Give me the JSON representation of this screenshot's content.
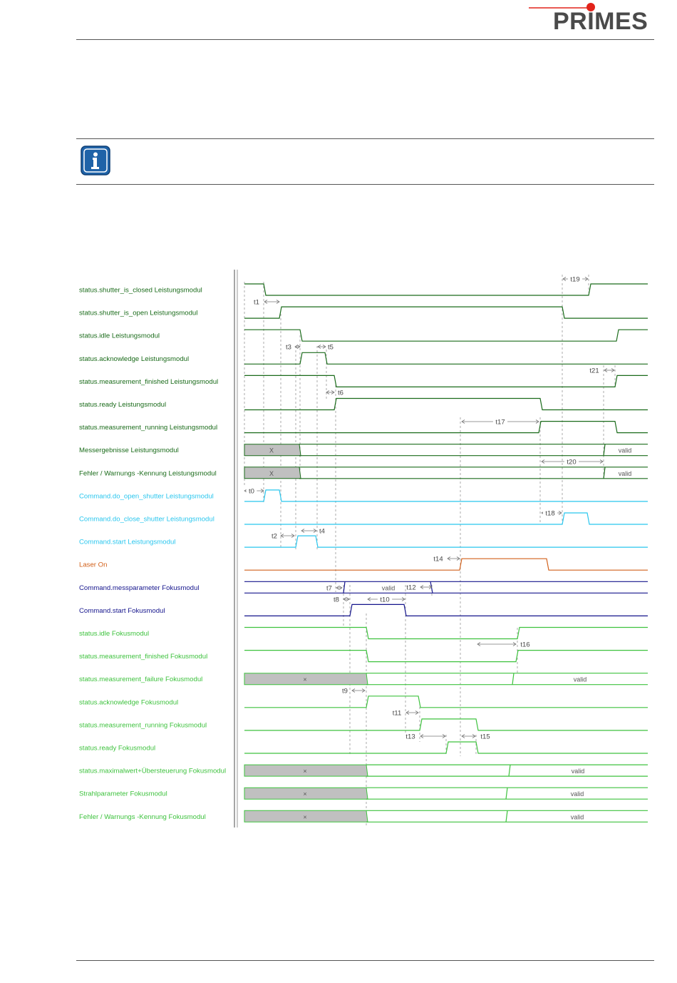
{
  "header": {
    "logo_text": "PRIMES",
    "logo_accent_color": "#e2231a"
  },
  "info_box": {
    "icon": "info-icon",
    "icon_color": "#1f63a8"
  },
  "diagram": {
    "colors": {
      "dark_green": "#1a6b1a",
      "green": "#3ec23e",
      "cyan": "#29c6ee",
      "orange": "#d2601a",
      "navy": "#14148c",
      "gray_fill": "#c0c0c0"
    },
    "signals": [
      {
        "id": "s1",
        "label": "status.shutter_is_closed Leistungsmodul",
        "color": "dark_green"
      },
      {
        "id": "s2",
        "label": "status.shutter_is_open Leistungsmodul",
        "color": "dark_green"
      },
      {
        "id": "s3",
        "label": "status.idle Leistungsmodul",
        "color": "dark_green"
      },
      {
        "id": "s4",
        "label": "status.acknowledge Leistungsmodul",
        "color": "dark_green"
      },
      {
        "id": "s5",
        "label": "status.measurement_finished Leistungsmodul",
        "color": "dark_green"
      },
      {
        "id": "s6",
        "label": "status.ready Leistungsmodul",
        "color": "dark_green"
      },
      {
        "id": "s7",
        "label": "status.measurement_running Leistungsmodul",
        "color": "dark_green"
      },
      {
        "id": "s8",
        "label": "Messergebnisse Leistungsmodul",
        "color": "dark_green"
      },
      {
        "id": "s9",
        "label": "Fehler / Warnungs -Kennung Leistungsmodul",
        "color": "dark_green"
      },
      {
        "id": "s10",
        "label": "Command.do_open_shutter Leistungsmodul",
        "color": "cyan"
      },
      {
        "id": "s11",
        "label": "Command.do_close_shutter Leistungsmodul",
        "color": "cyan"
      },
      {
        "id": "s12",
        "label": "Command.start Leistungsmodul",
        "color": "cyan"
      },
      {
        "id": "s13",
        "label": "Laser On",
        "color": "orange"
      },
      {
        "id": "s14",
        "label": "Command.messparameter Fokusmodul",
        "color": "navy"
      },
      {
        "id": "s15",
        "label": "Command.start Fokusmodul",
        "color": "navy"
      },
      {
        "id": "s16",
        "label": "status.idle Fokusmodul",
        "color": "green"
      },
      {
        "id": "s17",
        "label": "status.measurement_finished Fokusmodul",
        "color": "green"
      },
      {
        "id": "s18",
        "label": "status.measurement_failure Fokusmodul",
        "color": "green"
      },
      {
        "id": "s19",
        "label": "status.acknowledge Fokusmodul",
        "color": "green"
      },
      {
        "id": "s20",
        "label": "status.measurement_running Fokusmodul",
        "color": "green"
      },
      {
        "id": "s21",
        "label": "status.ready Fokusmodul",
        "color": "green"
      },
      {
        "id": "s22",
        "label": "status.maximalwert+Übersteuerung Fokusmodul",
        "color": "green"
      },
      {
        "id": "s23",
        "label": "Strahlparameter Fokusmodul",
        "color": "green"
      },
      {
        "id": "s24",
        "label": "Fehler / Warnungs -Kennung Fokusmodul",
        "color": "green"
      }
    ],
    "bus_texts": {
      "x": "X",
      "x_lower": "×",
      "valid": "valid"
    },
    "timing_labels": [
      "t0",
      "t1",
      "t2",
      "t3",
      "t4",
      "t5",
      "t6",
      "t7",
      "t8",
      "t9",
      "t10",
      "t11",
      "t12",
      "t13",
      "t14",
      "t15",
      "t16",
      "t17",
      "t18",
      "t19",
      "t20",
      "t21"
    ]
  }
}
